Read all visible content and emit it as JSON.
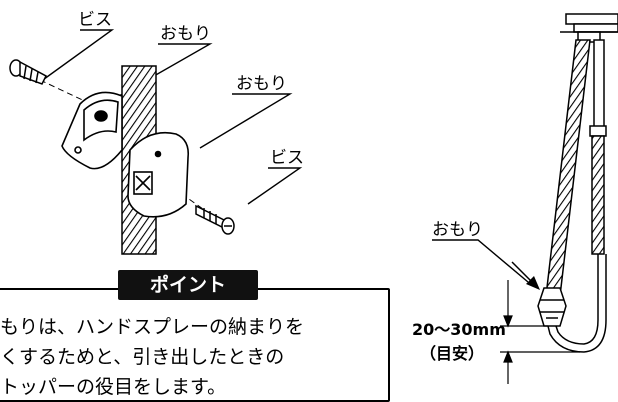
{
  "labels": {
    "screw_top": "ビス",
    "weight_left": "おもり",
    "weight_right": "おもり",
    "screw_bottom": "ビス",
    "weight_hose": "おもり"
  },
  "point": {
    "title": "ポイント",
    "line1": "もりは、ハンドスプレーの納まりを",
    "line2": "くするためと、引き出したときの",
    "line3": "トッパーの役目をします。"
  },
  "dimension": {
    "value": "20～30mm",
    "note": "（目安）"
  }
}
